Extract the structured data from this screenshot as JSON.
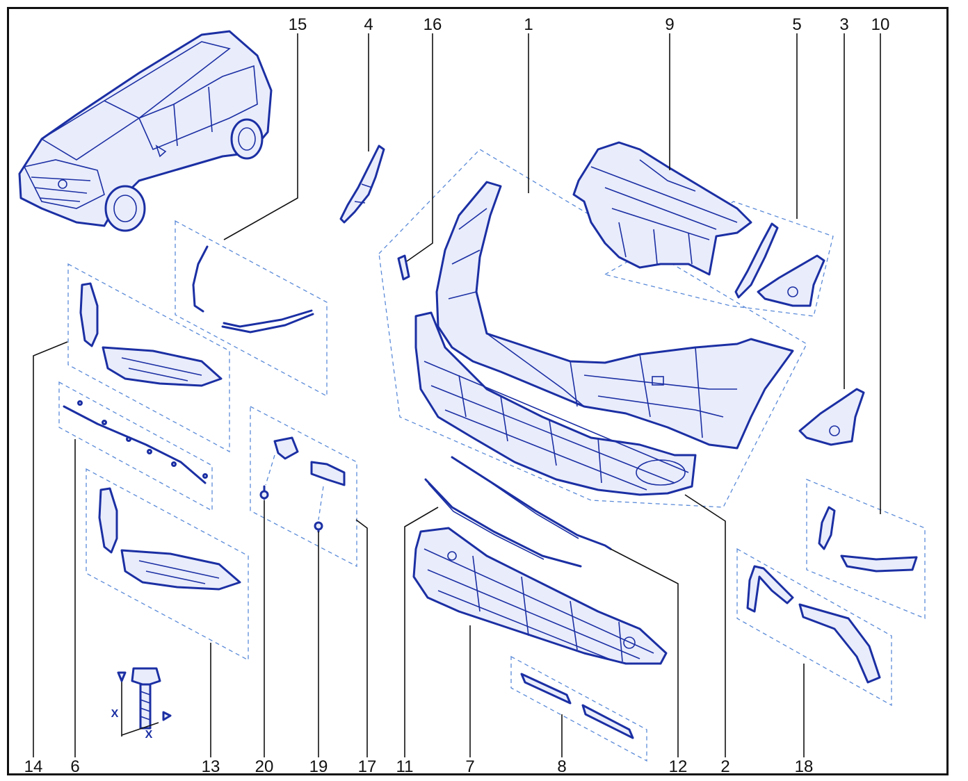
{
  "callouts": {
    "top": [
      "15",
      "4",
      "16",
      "1",
      "9",
      "5",
      "3",
      "10"
    ],
    "bottom": [
      "14",
      "6",
      "13",
      "20",
      "19",
      "17",
      "11",
      "7",
      "8",
      "12",
      "2",
      "18"
    ]
  },
  "torque_symbol": {
    "label_x": "X"
  },
  "colors": {
    "part_stroke": "#1b2fa3",
    "part_fill": "#e9ecfb",
    "dash": "#5a8ad8",
    "leader": "#111111"
  }
}
